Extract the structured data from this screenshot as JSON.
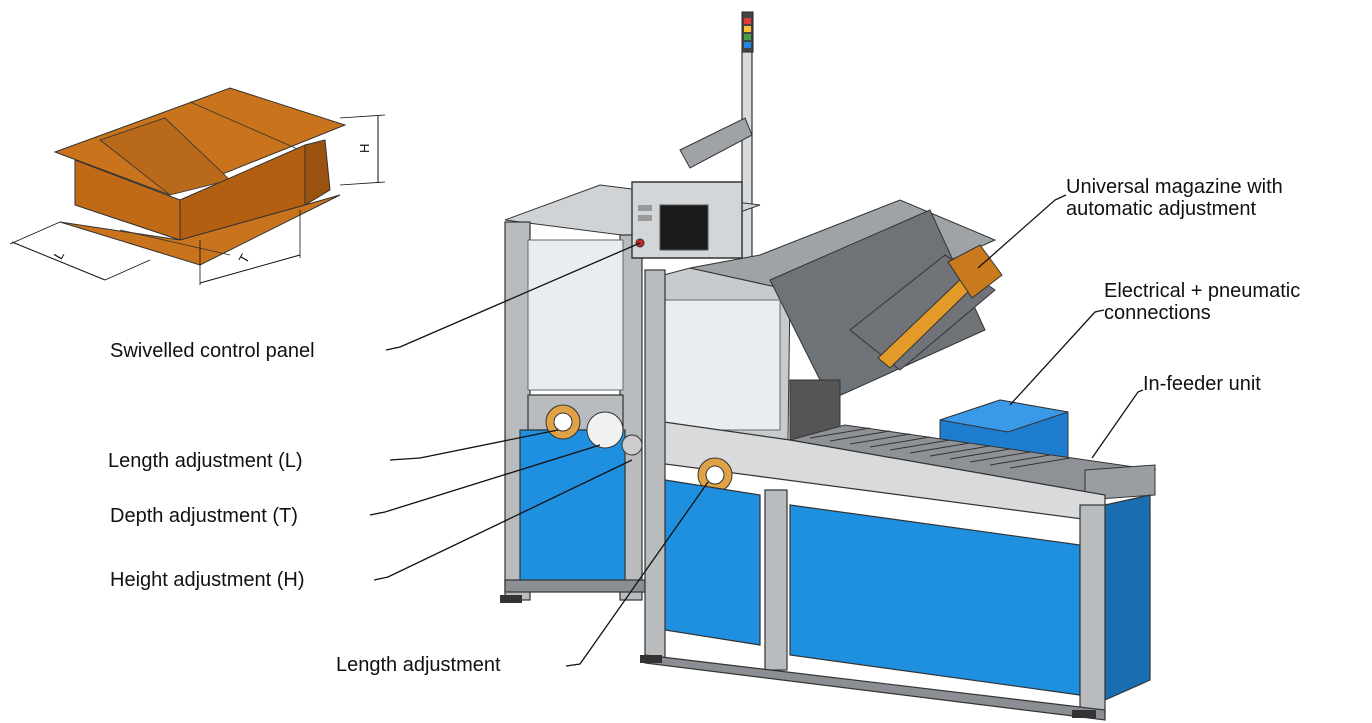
{
  "box_dimensions": {
    "length_label": "L",
    "depth_label": "T",
    "height_label": "H"
  },
  "callouts": {
    "control_panel": "Swivelled control panel",
    "length_adj_L": "Length adjustment (L)",
    "depth_adj_T": "Depth adjustment (T)",
    "height_adj_H": "Height adjustment (H)",
    "length_adj": "Length adjustment",
    "magazine_line1": "Universal magazine with",
    "magazine_line2": "automatic adjustment",
    "connections_line1": "Electrical + pneumatic",
    "connections_line2": "connections",
    "infeeder": "In-feeder unit"
  },
  "colors": {
    "box": "#c9741c",
    "box_dark": "#a85d12",
    "machine_blue": "#1f8fe0",
    "frame_grey": "#b9bcbf"
  }
}
